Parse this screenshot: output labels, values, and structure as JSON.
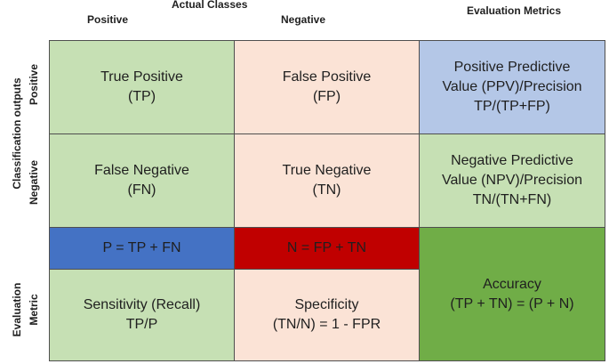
{
  "headers": {
    "actual_classes": "Actual Classes",
    "positive": "Positive",
    "negative": "Negative",
    "evaluation_metrics": "Evaluation Metrics"
  },
  "row_labels": {
    "classification_outputs": "Classification outputs",
    "positive": "Positive",
    "negative": "Negative",
    "evaluation": "Evaluation",
    "metric": "Metric"
  },
  "cells": {
    "tp": "True Positive\n(TP)",
    "fp": "False Positive\n(FP)",
    "ppv": "Positive Predictive\nValue (PPV)/Precision\nTP/(TP+FP)",
    "fn": "False Negative\n(FN)",
    "tn": "True Negative\n(TN)",
    "npv": "Negative Predictive\nValue (NPV)/Precision\nTN/(TN+FN)",
    "p_total": "P = TP + FN",
    "n_total": "N = FP + TN",
    "sensitivity": "Sensitivity (Recall)\nTP/P",
    "specificity": "Specificity\n(TN/N) = 1 - FPR",
    "accuracy": "Accuracy\n(TP + TN) = (P + N)"
  },
  "colors": {
    "light_green": "#c6e0b4",
    "peach": "#fbe3d6",
    "light_blue": "#b4c7e7",
    "blue": "#4472c4",
    "red": "#c00000",
    "green": "#70ad47"
  }
}
